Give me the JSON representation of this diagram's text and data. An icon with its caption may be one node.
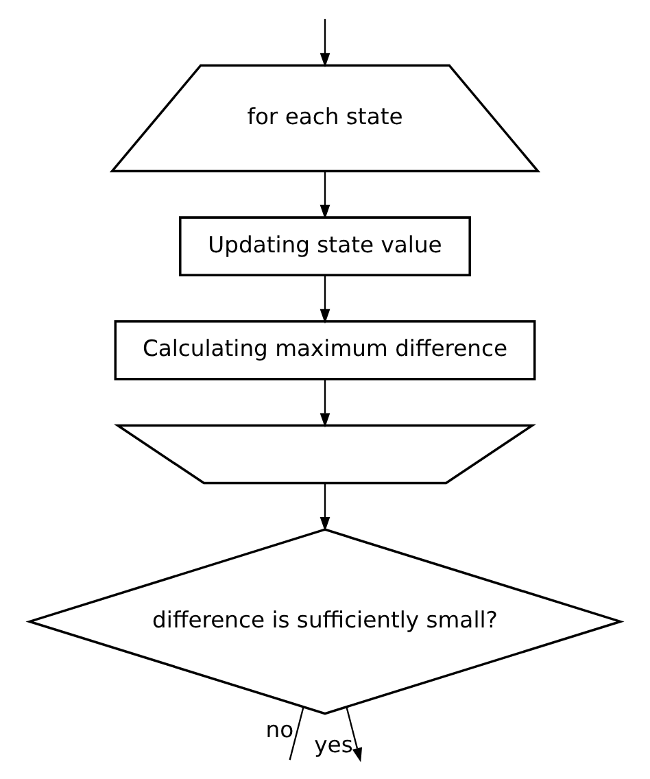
{
  "diagram": {
    "nodes": [
      {
        "text": [
          "for each state"
        ]
      },
      {
        "text": [
          "Updating state value"
        ]
      },
      {
        "text": [
          "Calculating maximum difference"
        ]
      },
      {
        "text": [],
        "shape": "box"
      },
      {
        "text": [
          "difference is sufficiently small?"
        ]
      }
    ],
    "edges": [
      {
        "from": null,
        "to": 0,
        "arrow": "to"
      },
      {
        "from": 0,
        "to": 1,
        "arrow": "to"
      },
      {
        "from": 1,
        "to": 2,
        "arrow": "to"
      },
      {
        "from": 2,
        "to": 3,
        "arrow": "to"
      },
      {
        "from": 3,
        "to": 4,
        "arrow": "to"
      },
      {
        "from": 4,
        "to": null,
        "arrow": "none",
        "label": "no"
      },
      {
        "from": 4,
        "to": null,
        "arrow": "to",
        "label": "yes"
      }
    ]
  }
}
